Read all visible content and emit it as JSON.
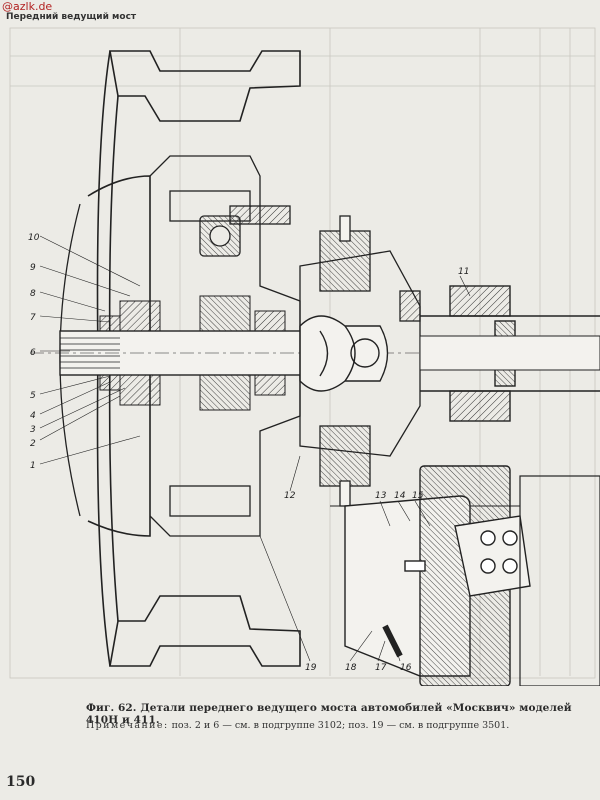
{
  "watermark": "@azlk.de",
  "running_head": "Передний ведущий мост",
  "figure": {
    "caption": "Фиг. 62. Детали переднего ведущего моста автомобилей «Москвич» моделей 410Н и 411.",
    "note_label": "Примечание:",
    "note_text": " поз. 2 и 6 — см. в подгруппе 3102; поз. 19 — см. в подгруппе  3501.",
    "callouts": [
      "1",
      "2",
      "3",
      "4",
      "5",
      "6",
      "7",
      "8",
      "9",
      "10",
      "11",
      "12",
      "13",
      "14",
      "15",
      "16",
      "17",
      "18",
      "19"
    ]
  },
  "page_number": "150"
}
